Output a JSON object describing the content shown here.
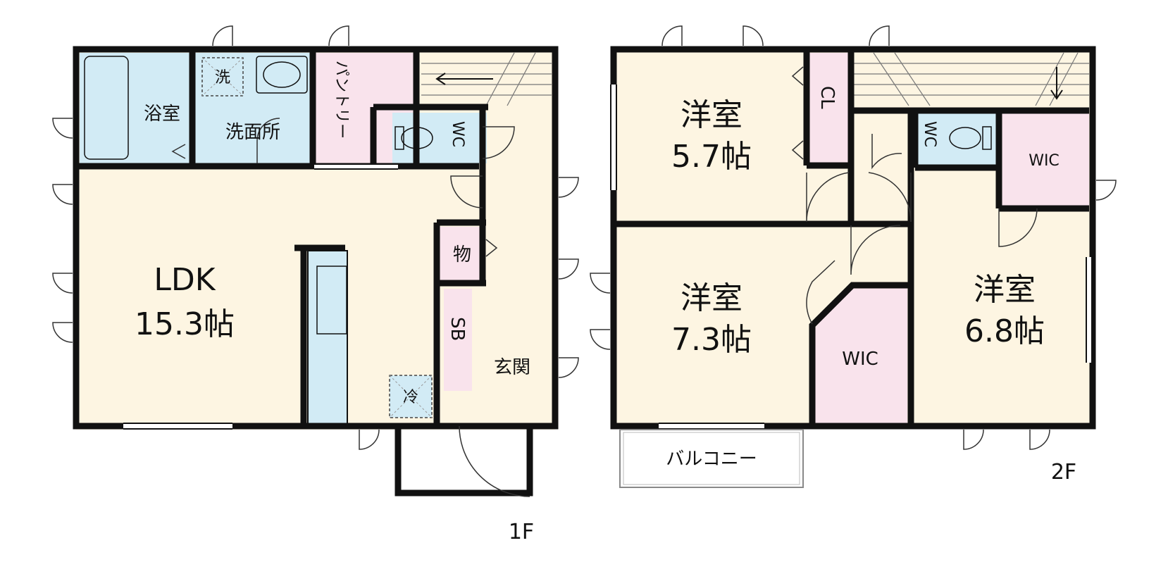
{
  "floors": {
    "first": {
      "label": "1F",
      "rooms": {
        "ldk": {
          "name": "LDK",
          "size": "15.3帖"
        },
        "bath": {
          "name": "浴室"
        },
        "washroom": {
          "name": "洗面所"
        },
        "washer": {
          "name": "洗"
        },
        "pantry": {
          "name": "パントリー"
        },
        "toilet": {
          "name": "WC"
        },
        "storage": {
          "name": "物"
        },
        "shoebox": {
          "name": "SB"
        },
        "entrance": {
          "name": "玄関"
        },
        "fridge": {
          "name": "冷"
        }
      }
    },
    "second": {
      "label": "2F",
      "rooms": {
        "room_a": {
          "name": "洋室",
          "size": "5.7帖"
        },
        "room_b": {
          "name": "洋室",
          "size": "7.3帖"
        },
        "room_c": {
          "name": "洋室",
          "size": "6.8帖"
        },
        "closet": {
          "name": "CL"
        },
        "toilet": {
          "name": "WC"
        },
        "wic_top": {
          "name": "WIC"
        },
        "wic_bottom": {
          "name": "WIC"
        },
        "balcony": {
          "name": "バルコニー"
        }
      }
    }
  },
  "colors": {
    "room_fill": "#fdf5e2",
    "water_fill": "#d2ebf5",
    "storage_fill": "#f9e3ec",
    "wall": "#111111"
  }
}
